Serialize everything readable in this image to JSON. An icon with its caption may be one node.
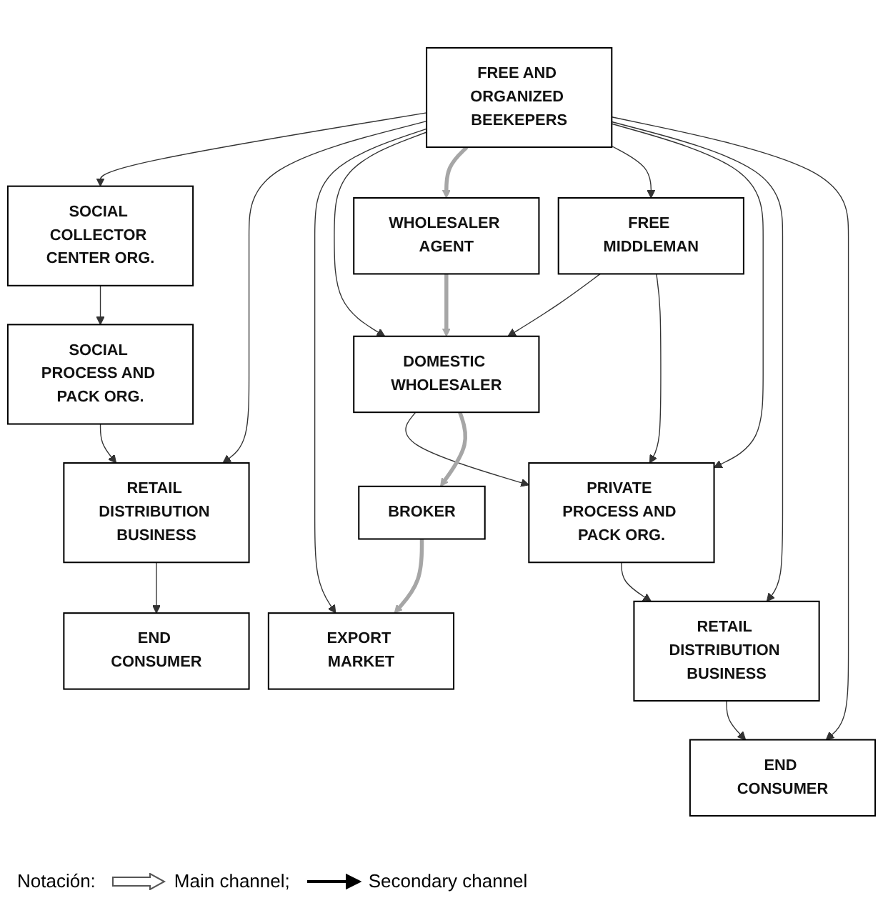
{
  "diagram": {
    "nodes": [
      {
        "text": [
          "FREE AND ORGANIZED BEEKEPERS"
        ]
      },
      {
        "text": [
          "SOCIAL COLLECTOR CENTER ORG."
        ]
      },
      {
        "text": [
          "WHOLESALER AGENT"
        ]
      },
      {
        "text": [
          "FREE MIDDLEMAN"
        ]
      },
      {
        "text": [
          "SOCIAL PROCESS AND PACK ORG."
        ]
      },
      {
        "text": [
          "DOMESTIC WHOLESALER"
        ]
      },
      {
        "text": [
          "PRIVATE PROCESS AND PACK ORG."
        ]
      },
      {
        "text": [
          "RETAIL DISTRIBUTION BUSINESS"
        ]
      },
      {
        "text": [
          "BROKER"
        ]
      },
      {
        "text": [
          "RETAIL DISTRIBUTION BUSINESS"
        ]
      },
      {
        "text": [
          "END CONSUMER"
        ]
      },
      {
        "text": [
          "EXPORT MARKET"
        ]
      },
      {
        "text": [
          "END CONSUMER"
        ]
      }
    ],
    "edges": [
      {
        "from": 0,
        "to": 1,
        "arrow": "to"
      },
      {
        "from": 0,
        "to": 7,
        "arrow": "to"
      },
      {
        "from": 0,
        "to": 11,
        "arrow": "to"
      },
      {
        "from": 0,
        "to": 5,
        "arrow": "to"
      },
      {
        "from": 0,
        "to": 2,
        "arrow": "to",
        "style": "thick",
        "color": "#a6a6a6"
      },
      {
        "from": 0,
        "to": 3,
        "arrow": "to"
      },
      {
        "from": 0,
        "to": 6,
        "arrow": "to"
      },
      {
        "from": 0,
        "to": 9,
        "arrow": "to"
      },
      {
        "from": 0,
        "to": 12,
        "arrow": "to"
      },
      {
        "from": 1,
        "to": 4,
        "arrow": "to"
      },
      {
        "from": 2,
        "to": 5,
        "arrow": "to",
        "style": "thick",
        "color": "#a6a6a6"
      },
      {
        "from": 3,
        "to": 5,
        "arrow": "to"
      },
      {
        "from": 3,
        "to": 6,
        "arrow": "to"
      },
      {
        "from": 4,
        "to": 7,
        "arrow": "to"
      },
      {
        "from": 5,
        "to": 6,
        "arrow": "to"
      },
      {
        "from": 5,
        "to": 8,
        "arrow": "to",
        "style": "thick",
        "color": "#a6a6a6"
      },
      {
        "from": 6,
        "to": 9,
        "arrow": "to"
      },
      {
        "from": 7,
        "to": 10,
        "arrow": "to"
      },
      {
        "from": 8,
        "to": 11,
        "arrow": "to",
        "style": "thick",
        "color": "#a6a6a6"
      },
      {
        "from": 9,
        "to": 12,
        "arrow": "to"
      }
    ],
    "labels": [
      "Notación:"
    ],
    "legend": [
      {
        "text": "Main channel;"
      },
      {
        "text": "Secondary channel"
      }
    ]
  }
}
